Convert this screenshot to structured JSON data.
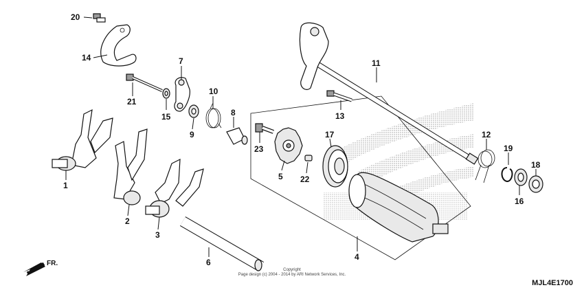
{
  "diagram": {
    "code": "MJL4E1700",
    "front_label": "FR.",
    "copyright_line1": "Copyright",
    "copyright_line2": "Page design (c) 2004 - 2014 by ARI Network Services, Inc."
  },
  "callouts": [
    {
      "id": "1",
      "label": "1"
    },
    {
      "id": "2",
      "label": "2"
    },
    {
      "id": "3",
      "label": "3"
    },
    {
      "id": "4",
      "label": "4"
    },
    {
      "id": "5",
      "label": "5"
    },
    {
      "id": "6",
      "label": "6"
    },
    {
      "id": "7",
      "label": "7"
    },
    {
      "id": "8",
      "label": "8"
    },
    {
      "id": "9",
      "label": "9"
    },
    {
      "id": "10",
      "label": "10"
    },
    {
      "id": "11",
      "label": "11"
    },
    {
      "id": "12",
      "label": "12"
    },
    {
      "id": "13",
      "label": "13"
    },
    {
      "id": "14",
      "label": "14"
    },
    {
      "id": "15",
      "label": "15"
    },
    {
      "id": "16",
      "label": "16"
    },
    {
      "id": "17",
      "label": "17"
    },
    {
      "id": "18",
      "label": "18"
    },
    {
      "id": "19",
      "label": "19"
    },
    {
      "id": "20",
      "label": "20"
    },
    {
      "id": "21",
      "label": "21"
    },
    {
      "id": "22",
      "label": "22"
    },
    {
      "id": "23",
      "label": "23"
    }
  ]
}
